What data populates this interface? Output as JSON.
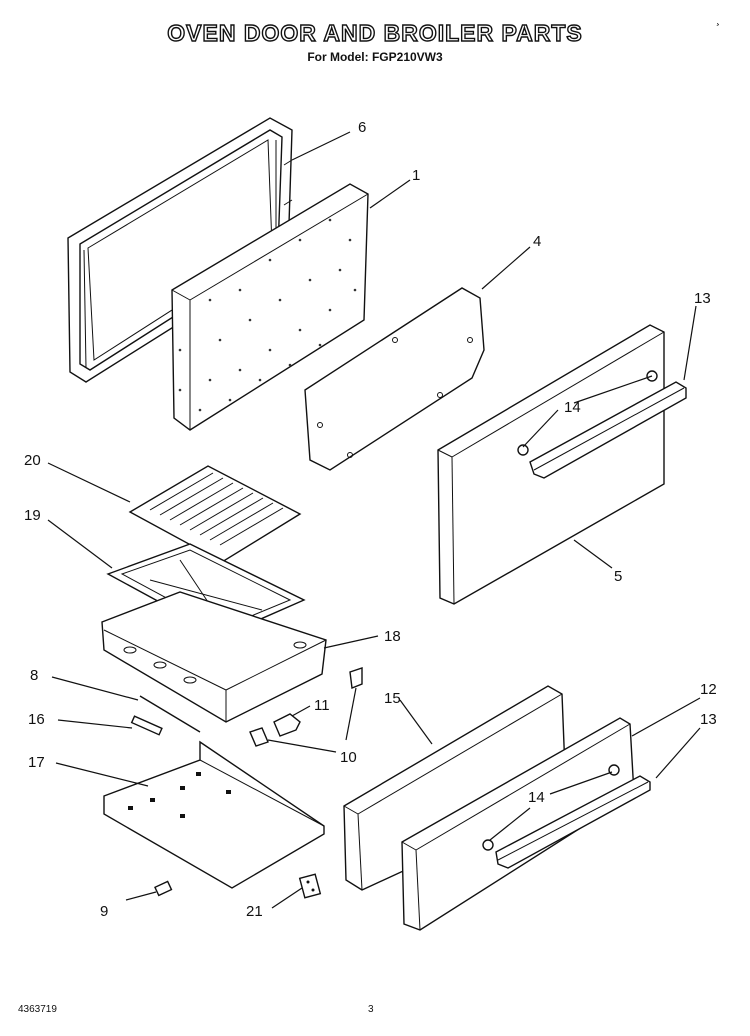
{
  "header": {
    "title": "OVEN DOOR AND BROILER PARTS",
    "subtitle": "For Model: FGP210VW3"
  },
  "footer": {
    "doc_number": "4363719",
    "page_number": "3"
  },
  "corner_mark": "¸",
  "callouts": {
    "c1": "1",
    "c4": "4",
    "c5": "5",
    "c6": "6",
    "c8": "8",
    "c9": "9",
    "c10": "10",
    "c11": "11",
    "c12": "12",
    "c13a": "13",
    "c13b": "13",
    "c14a": "14",
    "c14b": "14",
    "c15": "15",
    "c16": "16",
    "c17": "17",
    "c18": "18",
    "c19": "19",
    "c20": "20",
    "c21": "21"
  }
}
